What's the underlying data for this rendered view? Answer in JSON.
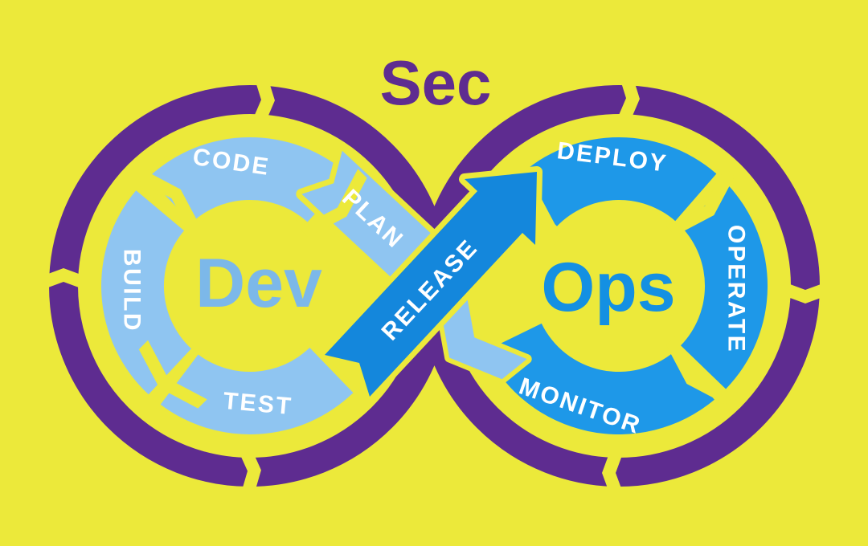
{
  "diagram": {
    "top_label": "Sec",
    "left_loop": {
      "center": "Dev",
      "stages": {
        "code": "CODE",
        "plan": "PLAN",
        "build": "BUILD",
        "test": "TEST"
      }
    },
    "center_band": {
      "label": "RELEASE"
    },
    "right_loop": {
      "center": "Ops",
      "stages": {
        "deploy": "DEPLOY",
        "operate": "OPERATE",
        "monitor": "MONITOR"
      }
    },
    "colors": {
      "background": "#ece93a",
      "purple": "#5e2c90",
      "light_blue": "#8fc5f1",
      "dev_text_blue": "#7cb8e9",
      "blue": "#1e98e8",
      "release_blue": "#1487dc",
      "ops_text_blue": "#1490e2",
      "stage_text": "#ffffff"
    }
  }
}
